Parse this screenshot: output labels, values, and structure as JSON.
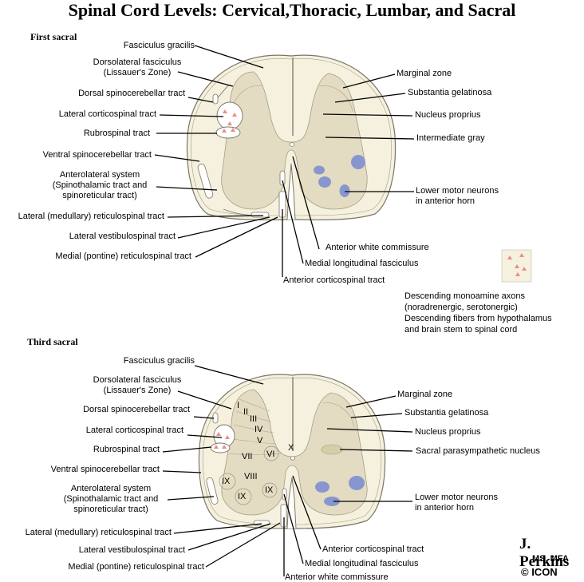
{
  "title": "Spinal Cord Levels: Cervical,Thoracic, Lumbar, and Sacral",
  "first": {
    "heading": "First sacral",
    "left_labels": {
      "fasciculus_gracilis": "Fasciculus gracilis",
      "dorsolateral_1": "Dorsolateral fasciculus",
      "dorsolateral_2": "(Lissauer's Zone)",
      "dorsal_spinocerebellar": "Dorsal spinocerebellar tract",
      "lateral_corticospinal": "Lateral corticospinal tract",
      "rubrospinal": "Rubrospinal tract",
      "ventral_spinocerebellar": "Ventral spinocerebellar tract",
      "anterolateral_1": "Anterolateral system",
      "anterolateral_2": "(Spinothalamic tract and",
      "anterolateral_3": "spinoreticular tract)",
      "lateral_reticulospinal": "Lateral (medullary) reticulospinal tract",
      "lateral_vestibulospinal": "Lateral vestibulospinal tract",
      "medial_reticulospinal": "Medial (pontine) reticulospinal tract"
    },
    "right_labels": {
      "marginal_zone": "Marginal zone",
      "substantia_gelatinosa": "Substantia gelatinosa",
      "nucleus_proprius": "Nucleus proprius",
      "intermediate_gray": "Intermediate gray",
      "lmn_1": "Lower motor neurons",
      "lmn_2": "in anterior horn"
    },
    "bottom_labels": {
      "anterior_white_commissure": "Anterior white commissure",
      "medial_longitudinal_fasciculus": "Medial longitudinal fasciculus",
      "anterior_corticospinal": "Anterior corticospinal tract"
    }
  },
  "legend": {
    "line1": "Descending monoamine axons",
    "line2": "(noradrenergic, serotonergic)",
    "line3": "Descending fibers from hypothalamus",
    "line4": "and brain stem to spinal cord"
  },
  "third": {
    "heading": "Third sacral",
    "left_labels": {
      "fasciculus_gracilis": "Fasciculus gracilis",
      "dorsolateral_1": "Dorsolateral fasciculus",
      "dorsolateral_2": "(Lissauer's Zone)",
      "dorsal_spinocerebellar": "Dorsal spinocerebellar tract",
      "lateral_corticospinal": "Lateral corticospinal tract",
      "rubrospinal": "Rubrospinal tract",
      "ventral_spinocerebellar": "Ventral spinocerebellar tract",
      "anterolateral_1": "Anterolateral system",
      "anterolateral_2": "(Spinothalamic tract and",
      "anterolateral_3": "spinoreticular tract)",
      "lateral_reticulospinal": "Lateral (medullary) reticulospinal tract",
      "lateral_vestibulospinal": "Lateral vestibulospinal tract",
      "medial_reticulospinal": "Medial (pontine) reticulospinal tract"
    },
    "right_labels": {
      "marginal_zone": "Marginal zone",
      "substantia_gelatinosa": "Substantia gelatinosa",
      "nucleus_proprius": "Nucleus proprius",
      "sacral_parasympathetic": "Sacral parasympathetic nucleus",
      "lmn_1": "Lower motor neurons",
      "lmn_2": "in anterior horn"
    },
    "bottom_labels": {
      "anterior_corticospinal": "Anterior corticospinal tract",
      "medial_longitudinal_fasciculus": "Medial longitudinal fasciculus",
      "anterior_white_commissure": "Anterior white commissure"
    },
    "laminae": {
      "I": "I",
      "II": "II",
      "III": "III",
      "IV": "IV",
      "V": "V",
      "VI": "VI",
      "VII": "VII",
      "VIII": "VIII",
      "IX_a": "IX",
      "IX_b": "IX",
      "IX_c": "IX",
      "X": "X"
    }
  },
  "signature": {
    "name": "J. Perkins",
    "degree": "MS, MFA",
    "logo": "© ICON"
  },
  "colors": {
    "white_matter": "#f6f1de",
    "gray_matter": "#e4dcc2",
    "outline": "#7a7667",
    "motor_neuron": "#8896d0",
    "monoamine_triangle": "#e98c86",
    "sacral_nucleus": "#d6cda9"
  }
}
